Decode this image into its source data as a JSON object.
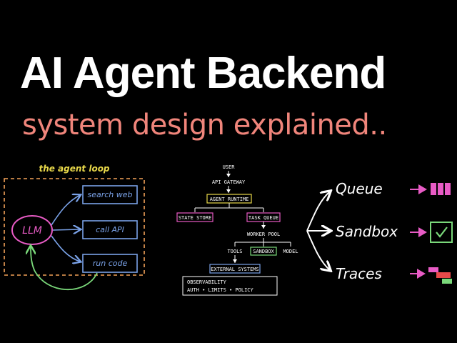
{
  "title": "AI Agent Backend",
  "subtitle": "system design explained..",
  "agent_loop": {
    "label": "the agent loop",
    "llm": "LLM",
    "actions": [
      "search web",
      "call API",
      "run code"
    ]
  },
  "architecture": {
    "user": "USER",
    "gateway": "API GATEWAY",
    "runtime": "AGENT RUNTIME",
    "state_store": "STATE STORE",
    "task_queue": "TASK QUEUE",
    "worker_pool": "WORKER POOL",
    "tools": "TOOLS",
    "sandbox": "SANDBOX",
    "model": "MODEL",
    "external": "EXTERNAL SYSTEMS",
    "observability": "OBSERVABILITY",
    "observability_sub": "AUTH • LIMITS • POLICY"
  },
  "outputs": [
    "Queue",
    "Sandbox",
    "Traces"
  ],
  "colors": {
    "accent": "#f0857b",
    "pink": "#e85bc5",
    "blue": "#7aa2e8",
    "green": "#7ad87a",
    "yellow": "#e9d94a",
    "orange": "#f4a259",
    "red": "#e84a4a"
  }
}
